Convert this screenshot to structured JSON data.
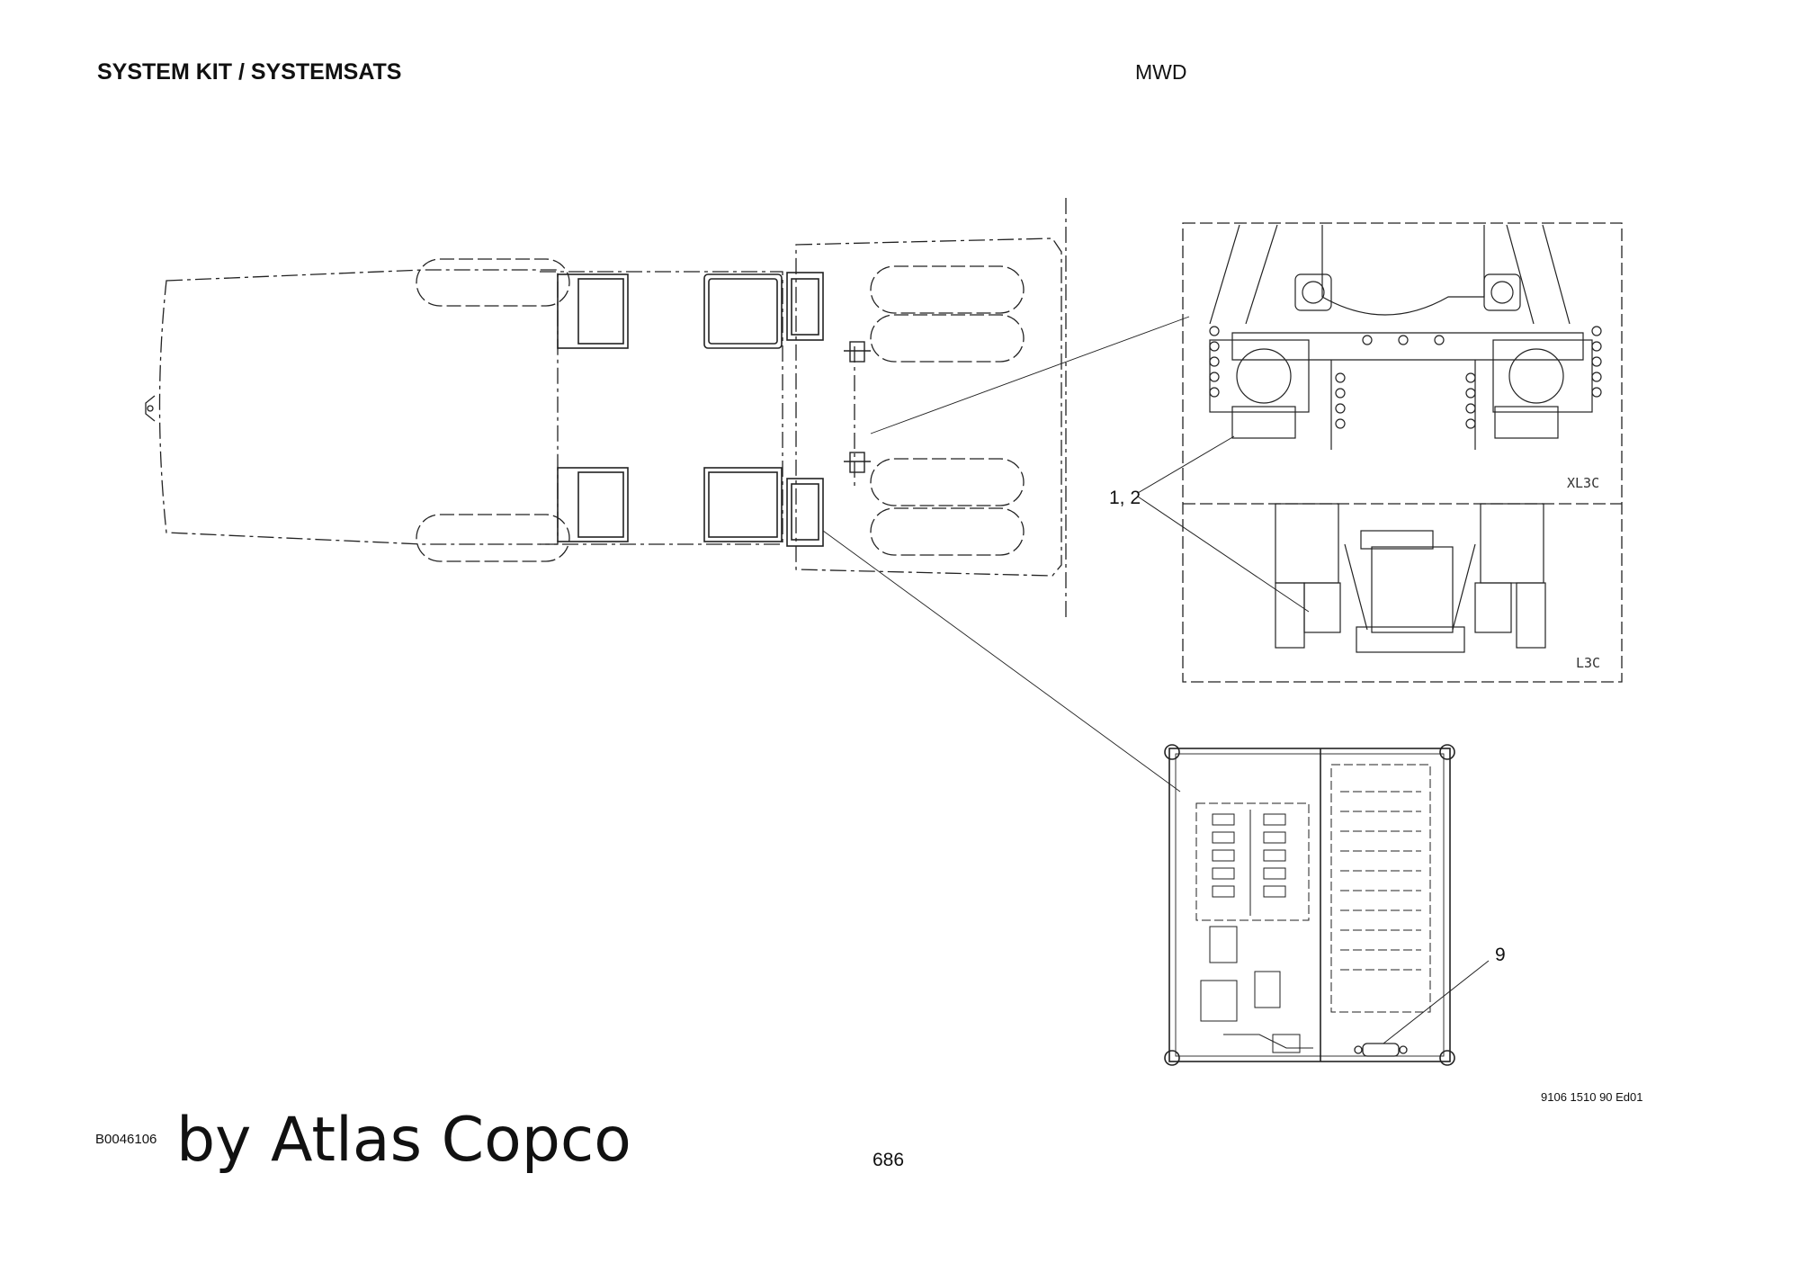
{
  "header": {
    "title": "SYSTEM KIT / SYSTEMSATS",
    "code": "MWD"
  },
  "callouts": {
    "items_1_2": "1, 2",
    "item_9": "9"
  },
  "views": {
    "upper_right": "XL3C",
    "lower_right": "L3C"
  },
  "footer": {
    "doc_code": "9106 1510 90 Ed01",
    "figure_id": "B0046106",
    "brand": "by Atlas Copco",
    "page_number": "686"
  }
}
